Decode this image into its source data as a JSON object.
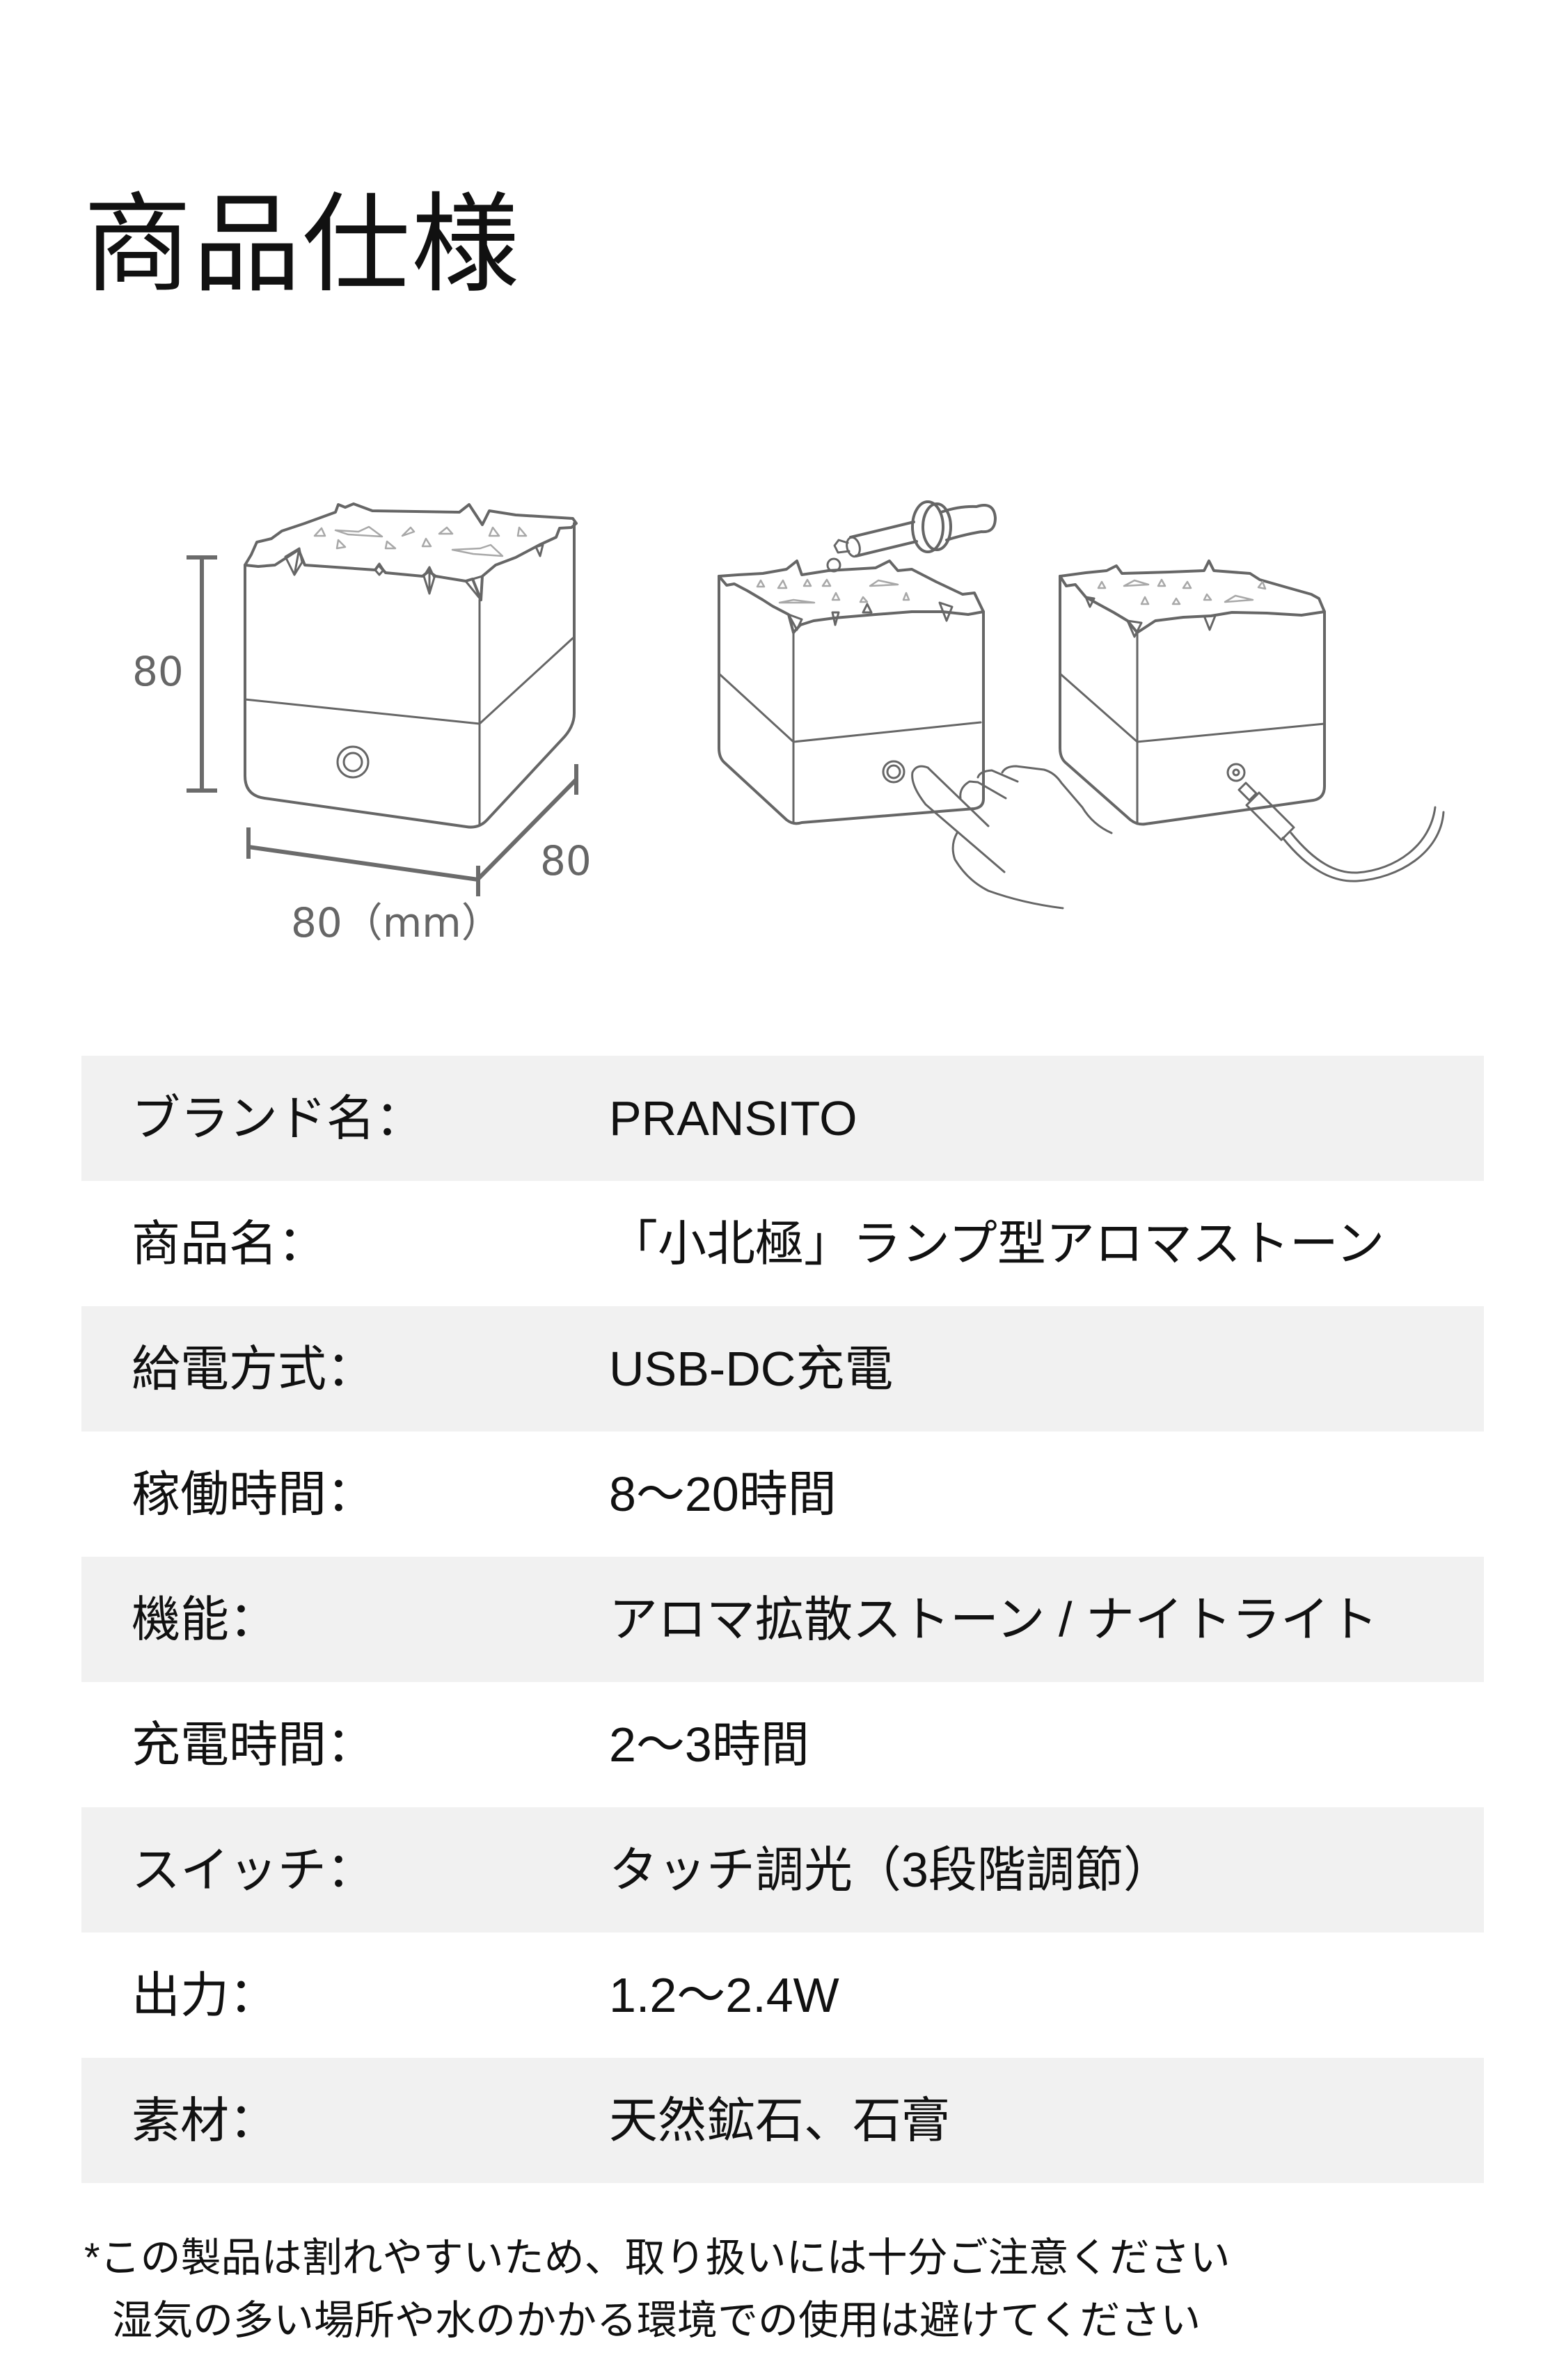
{
  "page": {
    "title": "商品仕様"
  },
  "illustration": {
    "dimensions": {
      "height": "80",
      "depth": "80",
      "width": "80（mm）"
    },
    "icons": [
      "dimension-diagram",
      "aroma-dropper",
      "touch-hand",
      "dc-charging-cable"
    ]
  },
  "spec_table": {
    "rows": [
      {
        "label": "ブランド名：",
        "value": "PRANSITO"
      },
      {
        "label": "商品名：",
        "value": "「小北極」ランプ型アロマストーン"
      },
      {
        "label": "給電方式：",
        "value": "USB-DC充電"
      },
      {
        "label": "稼働時間：",
        "value": "8〜20時間"
      },
      {
        "label": "機能：",
        "value": "アロマ拡散ストーン / ナイトライト"
      },
      {
        "label": "充電時間：",
        "value": "2〜3時間"
      },
      {
        "label": "スイッチ：",
        "value": "タッチ調光（3段階調節）"
      },
      {
        "label": "出力：",
        "value": "1.2〜2.4W"
      },
      {
        "label": "素材：",
        "value": "天然鉱石、石膏"
      }
    ]
  },
  "footnote": {
    "lines": [
      "*この製品は割れやすいため、取り扱いには十分ご注意ください",
      "湿気の多い場所や水のかかる環境での使用は避けてください"
    ]
  },
  "colors": {
    "stripe": "#f1f1f1",
    "text": "#111111",
    "line_art": "#666666"
  }
}
